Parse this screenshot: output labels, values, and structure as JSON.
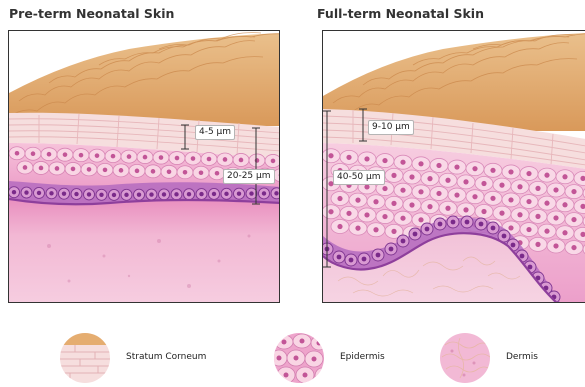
{
  "panels": [
    {
      "title": "Pre-term Neonatal Skin",
      "stratum_corneum_measure": "4-5 µm",
      "epidermis_measure": "20-25 µm"
    },
    {
      "title": "Full-term Neonatal Skin",
      "stratum_corneum_measure": "9-10 µm",
      "epidermis_measure": "40-50 µm"
    }
  ],
  "legend": [
    {
      "label": "Stratum Corneum",
      "icon": "stratum-corneum-icon"
    },
    {
      "label": "Epidermis",
      "icon": "epidermis-icon"
    },
    {
      "label": "Dermis",
      "icon": "dermis-icon"
    }
  ],
  "colors": {
    "outer_scales": "#e7b071",
    "stratum_corneum": "#f6dede",
    "epidermis": "#f2aed0",
    "basal_layer": "#9a4fab",
    "dermis": "#f1b8d4",
    "outline": "#333333"
  }
}
